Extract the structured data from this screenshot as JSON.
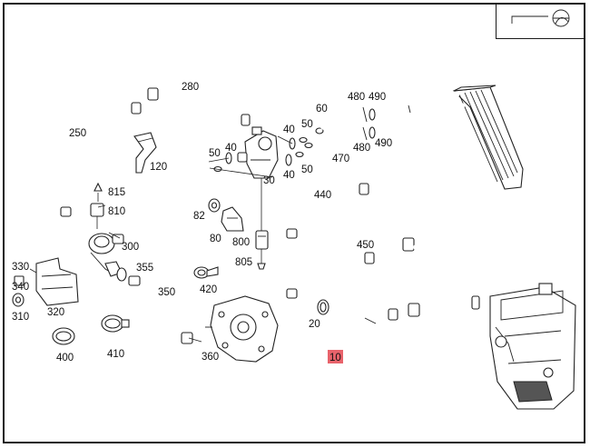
{
  "diagram": {
    "highlight_color": "#e8636b",
    "callouts": [
      {
        "id": "280",
        "text": "280"
      },
      {
        "id": "250",
        "text": "250"
      },
      {
        "id": "120",
        "text": "120"
      },
      {
        "id": "50a",
        "text": "50"
      },
      {
        "id": "40a",
        "text": "40"
      },
      {
        "id": "30",
        "text": "30"
      },
      {
        "id": "40b",
        "text": "40"
      },
      {
        "id": "50b",
        "text": "50"
      },
      {
        "id": "60",
        "text": "60"
      },
      {
        "id": "480a",
        "text": "480"
      },
      {
        "id": "490a",
        "text": "490"
      },
      {
        "id": "480b",
        "text": "480"
      },
      {
        "id": "490b",
        "text": "490"
      },
      {
        "id": "470",
        "text": "470"
      },
      {
        "id": "40c",
        "text": "40"
      },
      {
        "id": "50c",
        "text": "50"
      },
      {
        "id": "815",
        "text": "815"
      },
      {
        "id": "810",
        "text": "810"
      },
      {
        "id": "300",
        "text": "300"
      },
      {
        "id": "82",
        "text": "82"
      },
      {
        "id": "80",
        "text": "80"
      },
      {
        "id": "800",
        "text": "800"
      },
      {
        "id": "805",
        "text": "805"
      },
      {
        "id": "440",
        "text": "440"
      },
      {
        "id": "450",
        "text": "450"
      },
      {
        "id": "330",
        "text": "330"
      },
      {
        "id": "340",
        "text": "340"
      },
      {
        "id": "310",
        "text": "310"
      },
      {
        "id": "320",
        "text": "320"
      },
      {
        "id": "355",
        "text": "355"
      },
      {
        "id": "350",
        "text": "350"
      },
      {
        "id": "420",
        "text": "420"
      },
      {
        "id": "20",
        "text": "20"
      },
      {
        "id": "10",
        "text": "10"
      },
      {
        "id": "400",
        "text": "400"
      },
      {
        "id": "410",
        "text": "410"
      },
      {
        "id": "360",
        "text": "360"
      }
    ]
  }
}
